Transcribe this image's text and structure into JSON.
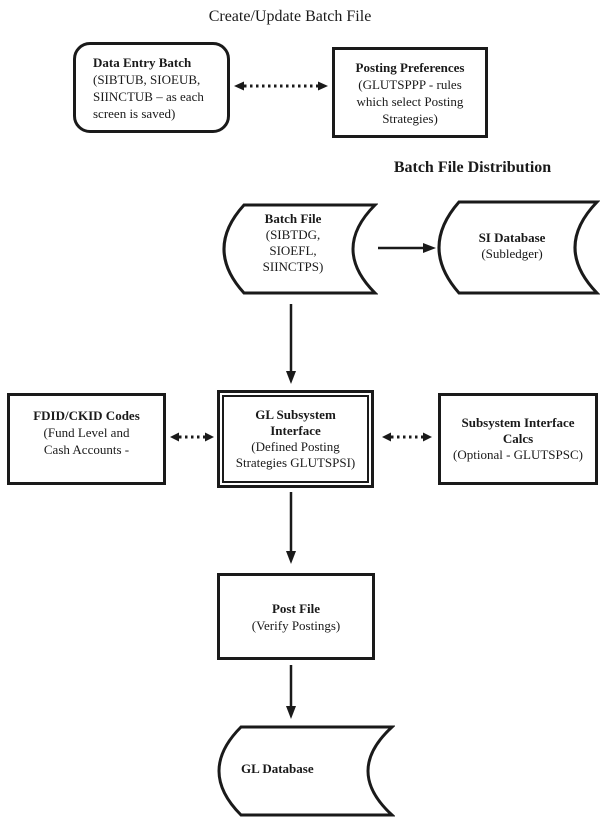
{
  "diagram": {
    "title": "Create/Update Batch File",
    "distribution_heading": "Batch File Distribution",
    "colors": {
      "ink": "#1a1a1a",
      "background": "#ffffff"
    },
    "nodes": {
      "data_entry_batch": {
        "title": "Data Entry Batch",
        "line1": "(SIBTUB, SIOEUB,",
        "line2": "SIINCTUB – as each",
        "line3": "screen is saved)"
      },
      "posting_preferences": {
        "title": "Posting Preferences",
        "line1": "(GLUTSPPP - rules",
        "line2": "which select Posting",
        "line3": "Strategies)"
      },
      "batch_file": {
        "title": "Batch File",
        "line1": "(SIBTDG,",
        "line2": "SIOEFL,",
        "line3": "SIINCTPS)"
      },
      "si_database": {
        "title": "SI Database",
        "line1": "(Subledger)"
      },
      "fdid_ckid_codes": {
        "title": "FDID/CKID Codes",
        "line1": "(Fund Level and",
        "line2": "Cash Accounts -"
      },
      "gl_subsystem_interface": {
        "title1": "GL Subsystem",
        "title2": "Interface",
        "line1": "(Defined Posting",
        "line2": "Strategies GLUTSPSI)"
      },
      "subsystem_interface_calcs": {
        "title1": "Subsystem Interface",
        "title2": "Calcs",
        "line1": "(Optional - GLUTSPSC)"
      },
      "post_file": {
        "title": "Post File",
        "line1": "(Verify Postings)"
      },
      "gl_database": {
        "title": "GL Database"
      }
    }
  }
}
